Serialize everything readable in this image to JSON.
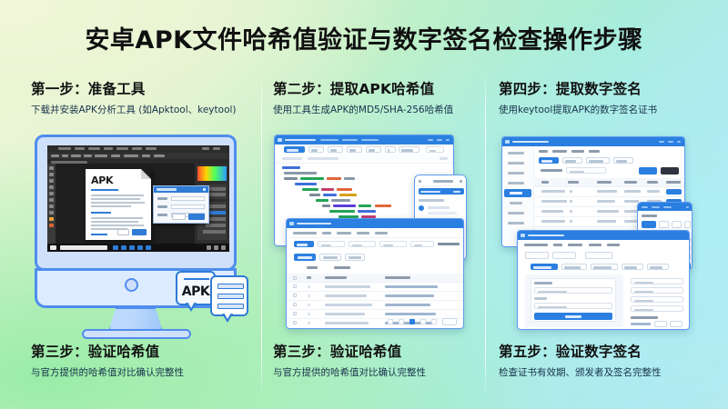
{
  "title": "安卓APK文件哈希值验证与数字签名检查操作步骤",
  "theme": {
    "accent_blue": "#2b7fe0",
    "illustration_outline": "#4f8dee",
    "text_dark": "#111111",
    "subtitle_color": "#17314a",
    "bg_gradient_start": "#eef7d9",
    "bg_gradient_mid": "#a8edd9",
    "bg_gradient_end": "#b6e9f2"
  },
  "columns": [
    {
      "top": {
        "heading": "第一步：准备工具",
        "subtitle": "下载并安装APK分析工具 (如Apktool、keytool)"
      },
      "bottom": {
        "heading": "第三步：验证哈希值",
        "subtitle": "与官方提供的哈希值对比确认完整性"
      },
      "illustration": {
        "name": "desktop-monitor-illustration",
        "document_label": "APK",
        "bubble_label": "APK"
      }
    },
    {
      "top": {
        "heading": "第二步：提取APK哈希值",
        "subtitle": "使用工具生成APK的MD5/SHA-256哈希值"
      },
      "bottom": {
        "heading": "第三步：验证哈希值",
        "subtitle": "与官方提供的哈希值对比确认完整性"
      },
      "illustration": {
        "name": "code-and-table-window-mockups"
      }
    },
    {
      "top": {
        "heading": "第四步：提取数字签名",
        "subtitle": "使用keytool提取APK的数字签名证书"
      },
      "bottom": {
        "heading": "第五步：验证数字签名",
        "subtitle": "检查证书有效期、颁发者及签名完整性"
      },
      "illustration": {
        "name": "certificate-table-and-form-window-mockups"
      }
    }
  ]
}
